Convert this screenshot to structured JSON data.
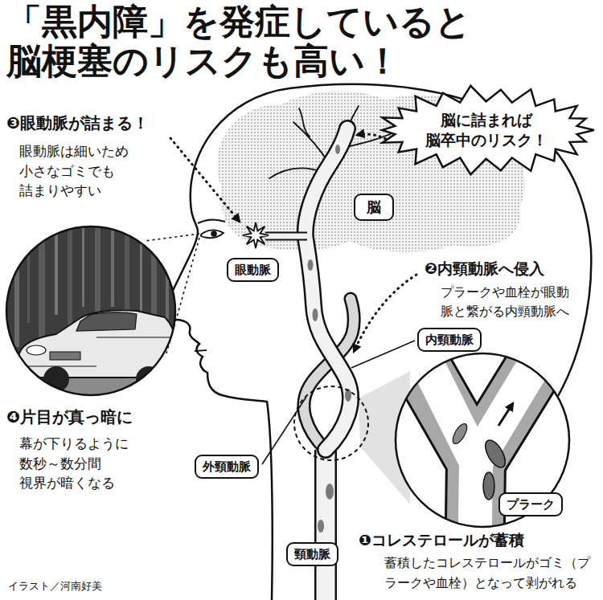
{
  "diagram": {
    "title": "「黒内障」を発症していると 脳梗塞のリスクも高い！",
    "nodes": [
      {
        "text": [
          "脳に詰まれば 脳卒中のリスク！"
        ]
      },
      {
        "text": [
          "脳"
        ]
      },
      {
        "text": [
          "眼動脈"
        ]
      },
      {
        "text": [
          "内頸動脈"
        ]
      },
      {
        "text": [
          "外頸動脈"
        ]
      },
      {
        "text": [
          "プラーク"
        ]
      },
      {
        "text": [
          "頸動脈"
        ]
      }
    ],
    "labels": [
      "❸眼動脈が詰まる！",
      "眼動脈は細いため 小さなゴミでも 詰まりやすい",
      "❷内頸動脈へ侵入",
      "プラークや血栓が眼動 脈と繋がる内頸動脈へ",
      "❹片目が真っ暗に",
      "幕が下りるように 数秒～数分間 視界が暗くなる",
      "❶コレステロールが蓄積",
      "蓄積したコレステロールがゴミ（プ ラークや血栓）となって剥がれる",
      "イラスト／河南好美"
    ]
  }
}
